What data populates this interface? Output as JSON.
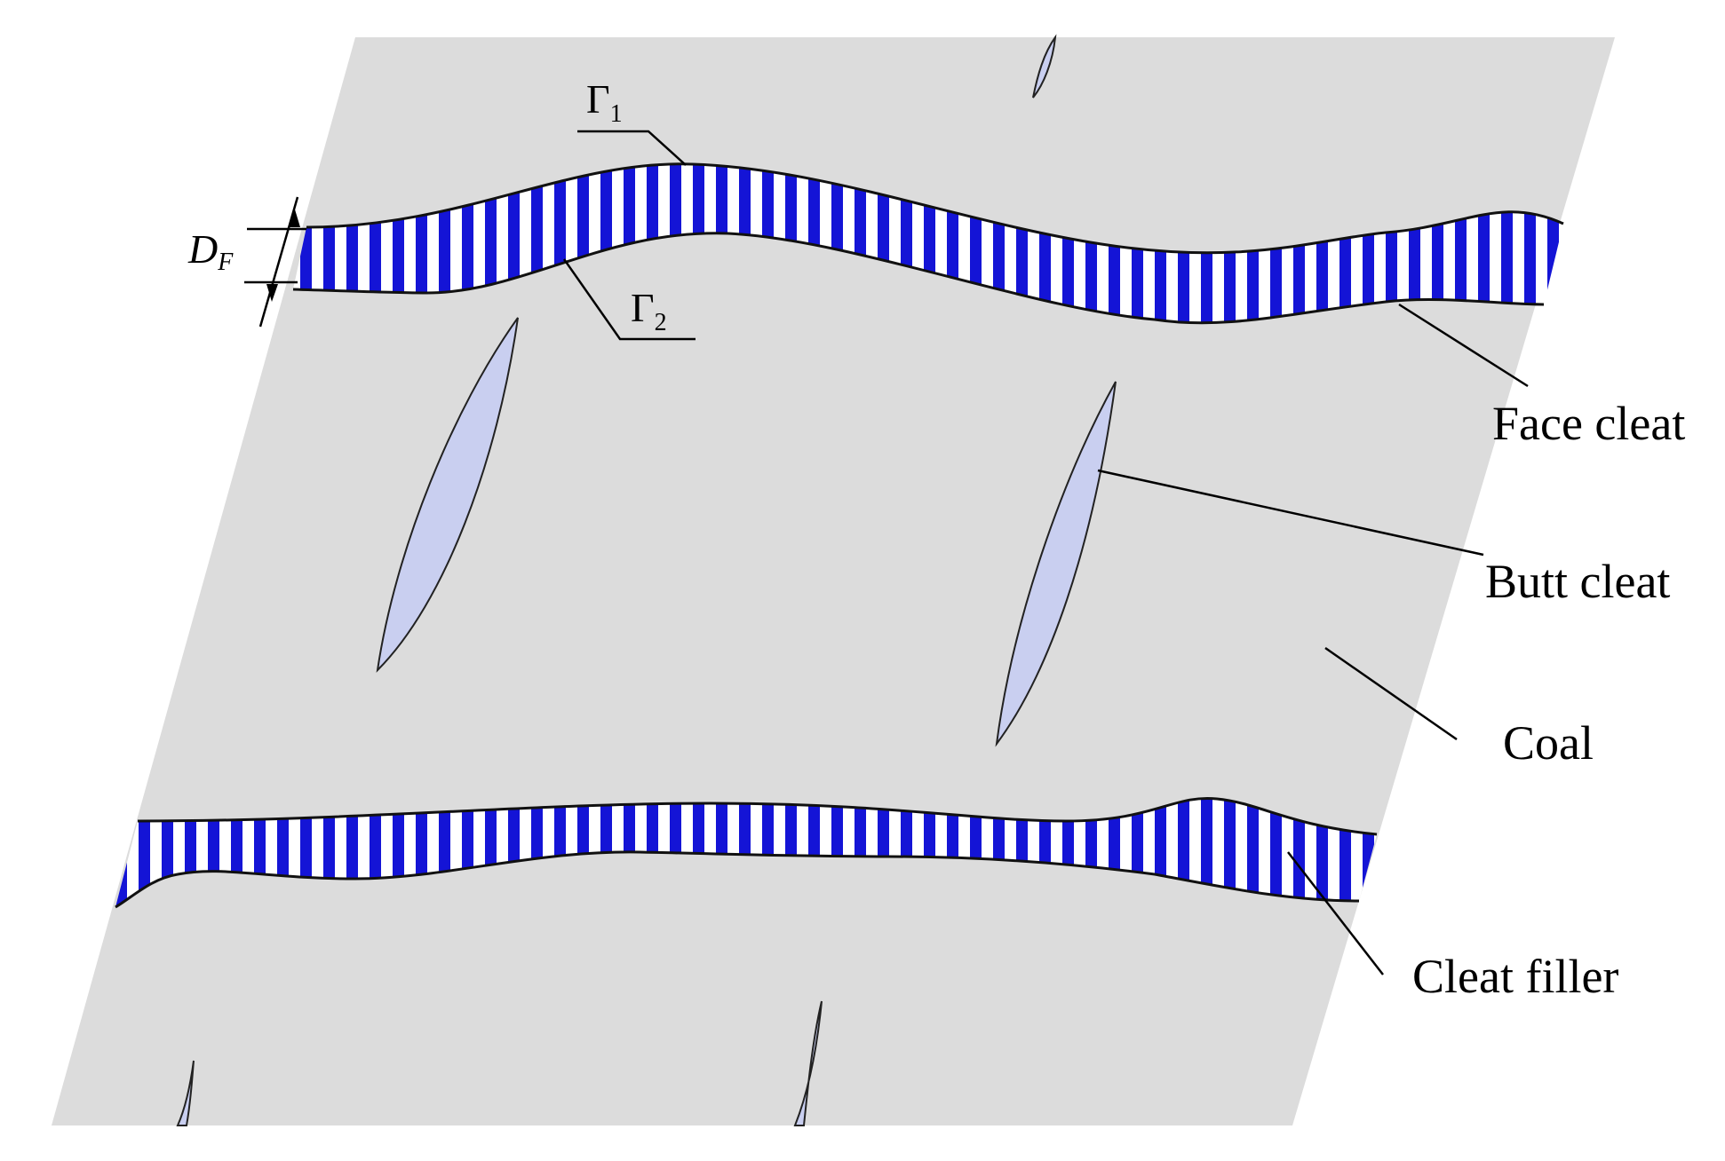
{
  "labels": {
    "face_cleat": "Face cleat",
    "butt_cleat": "Butt cleat",
    "coal": "Coal",
    "cleat_filler": "Cleat filler",
    "gamma1_main": "Γ",
    "gamma1_sub": "1",
    "gamma2_main": "Γ",
    "gamma2_sub": "2",
    "df_main": "D",
    "df_sub": "F"
  },
  "colors": {
    "coal": "#dcdcdc",
    "filler_stripe": "#1414d6",
    "butt_cleat_fill": "#c9cff0"
  }
}
